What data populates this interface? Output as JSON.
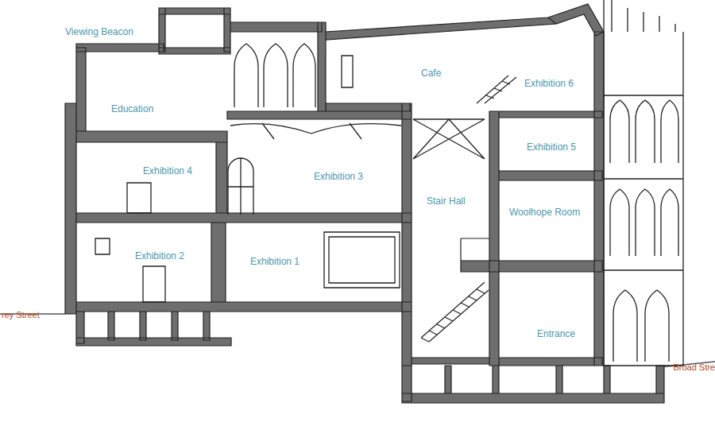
{
  "diagram": {
    "labels": [
      "Viewing Beacon",
      "Education",
      "Cafe",
      "Exhibition 6",
      "Exhibition 4",
      "Exhibition 3",
      "Exhibition 5",
      "Stair Hall",
      "Woolhope Room",
      "Exhibition 2",
      "Exhibition 1",
      "Entrance",
      "rey Street",
      "Broad Stre"
    ]
  }
}
